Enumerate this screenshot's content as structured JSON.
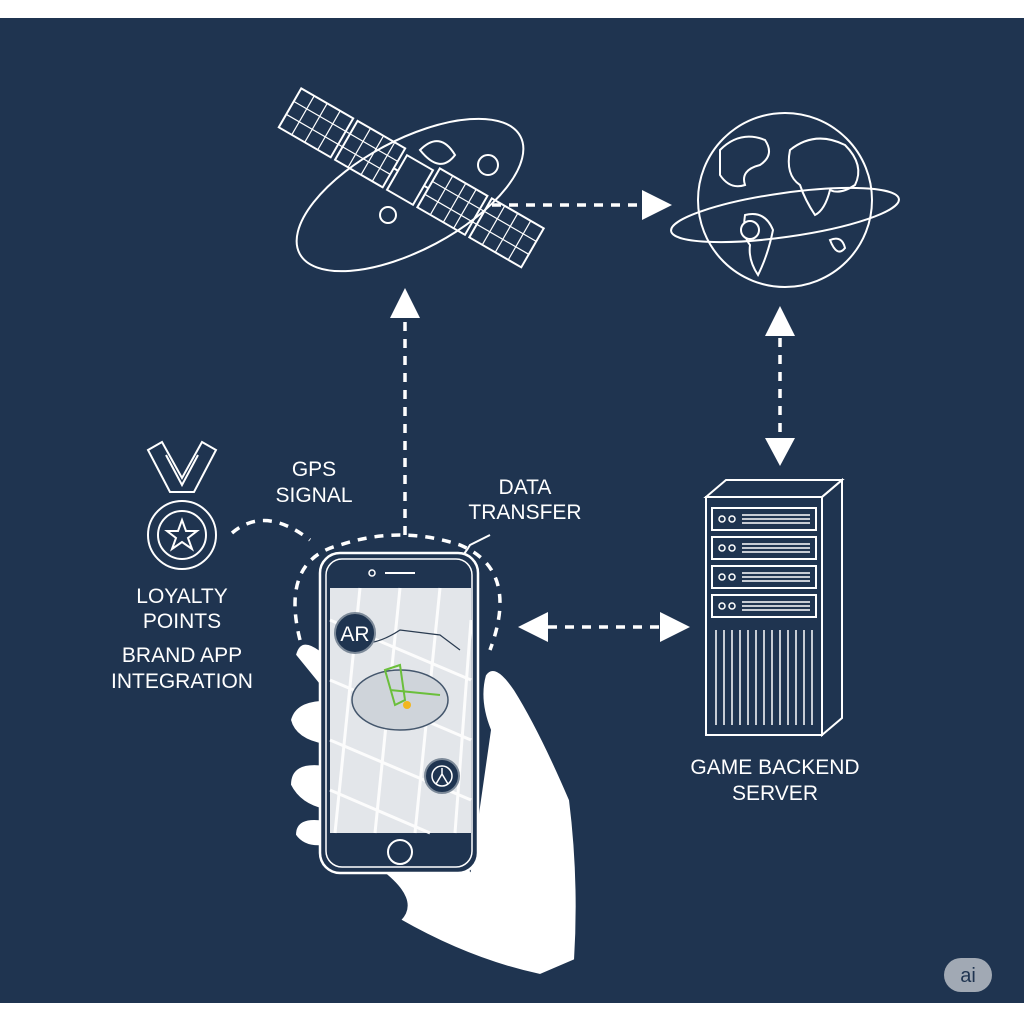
{
  "diagram": {
    "background_color": "#1f3450",
    "nodes": {
      "satellite": {
        "icon": "satellite-icon"
      },
      "globe": {
        "icon": "globe-icon"
      },
      "phone": {
        "icon": "smartphone-icon",
        "ar_badge": "AR"
      },
      "server": {
        "icon": "server-rack-icon",
        "label_line1": "GAME BACKEND",
        "label_line2": "SERVER"
      },
      "medal": {
        "icon": "medal-icon",
        "label_line1": "LOYALTY",
        "label_line2": "POINTS"
      },
      "brand": {
        "label_line1": "BRAND APP",
        "label_line2": "INTEGRATION"
      }
    },
    "edge_labels": {
      "gps_line1": "GPS",
      "gps_line2": "SIGNAL",
      "data_line1": "DATA",
      "data_line2": "TRANSFER"
    },
    "watermark": "ai"
  }
}
